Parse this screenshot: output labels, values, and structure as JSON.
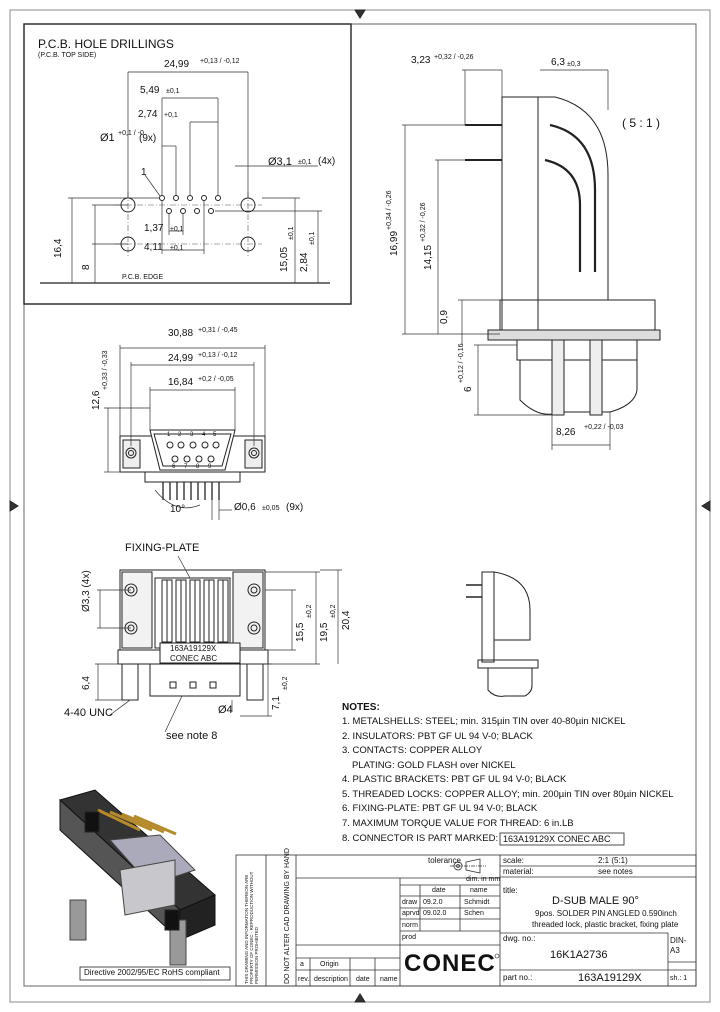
{
  "pcb": {
    "title": "P.C.B. HOLE DRILLINGS",
    "subtitle": "(P.C.B. TOP SIDE)",
    "edge_label": "P.C.B. EDGE",
    "pin_marker": "1",
    "dims": {
      "d1": "24,99",
      "d1_tol": "+0,13 / -0,12",
      "d2": "5,49",
      "d2_tol": "±0,1",
      "d3": "2,74",
      "d3_tol": "+0,1",
      "d4": "Ø1",
      "d4_tol": "+0,1 / -0",
      "d4_count": "(9x)",
      "d5": "Ø3,1",
      "d5_tol": "±0,1",
      "d5_count": "(4x)",
      "d6": "1,37",
      "d6_tol": "±0,1",
      "d7": "4,11",
      "d7_tol": "±0,1",
      "v1": "16,4",
      "v2": "8",
      "v3": "15,05",
      "v3_tol": "±0,1",
      "v4": "2,84",
      "v4_tol": "±0,1"
    }
  },
  "side": {
    "scale": "( 5 : 1 )",
    "h1": "3,23",
    "h1_tol": "+0,32 / -0,26",
    "h2": "6,3",
    "h2_tol": "±0,3",
    "v1": "16,99",
    "v1_tol": "+0,34 / -0,26",
    "v2": "14,15",
    "v2_tol": "+0,32 / -0,26",
    "v3": "0,9",
    "v4": "6",
    "v4_tol": "+0,12 / -0,16",
    "b1": "8,26",
    "b1_tol": "+0,22 / -0,03"
  },
  "front": {
    "w1": "30,88",
    "w1_tol": "+0,31 / -0,45",
    "w2": "24,99",
    "w2_tol": "+0,13 / -0,12",
    "w3": "16,84",
    "w3_tol": "+0,2 / -0,05",
    "v1": "12,6",
    "v1_tol": "+0,33 / -0,33",
    "angle": "10°",
    "pin_d": "Ø0,6",
    "pin_d_tol": "±0,05",
    "pin_count": "(9x)",
    "pin_numbers": [
      "1",
      "2",
      "3",
      "4",
      "5",
      "6",
      "7",
      "8",
      "9"
    ]
  },
  "bottom": {
    "fixing_plate": "FIXING-PLATE",
    "hole": "Ø3,3 (4x)",
    "v1": "15,5",
    "v1_tol": "±0,2",
    "v2": "19,5",
    "v2_tol": "±0,2",
    "v3": "20,4",
    "v4": "6,4",
    "v5": "7,1",
    "v5_tol": "±0,2",
    "unc": "4-40 UNC",
    "d4": "Ø4",
    "see_note": "see note 8",
    "marking_line1": "163A19129X",
    "marking_line2": "CONEC  ABC"
  },
  "notes": {
    "heading": "NOTES:",
    "items": [
      "1. METALSHELLS: STEEL; min. 315µin TIN over 40-80µin NICKEL",
      "2. INSULATORS: PBT GF UL 94 V-0; BLACK",
      "3. CONTACTS: COPPER ALLOY",
      "PLATING: GOLD FLASH over NICKEL",
      "4. PLASTIC BRACKETS: PBT GF UL 94 V-0; BLACK",
      "5. THREADED LOCKS: COPPER ALLOY; min. 200µin TIN over 80µin NICKEL",
      "6. FIXING-PLATE: PBT GF UL 94 V-0; BLACK",
      "7. MAXIMUM TORQUE VALUE FOR THREAD: 6 in.LB",
      "8. CONNECTOR IS PART MARKED:"
    ],
    "marking": "163A19129X  CONEC  ABC"
  },
  "title_block": {
    "tolerance": "tolerance",
    "units": "dim. in mm",
    "scale_label": "scale:",
    "scale_value": "2:1 (5:1)",
    "material_label": "material:",
    "material_value": "see notes",
    "title_label": "title:",
    "title_line1": "D-SUB MALE 90°",
    "title_line2": "9pos. SOLDER PIN ANGLED 0.590inch",
    "title_line3": "threaded lock, plastic bracket, fixing plate",
    "dwg_label": "dwg. no.:",
    "dwg_value": "16K1A2736",
    "part_label": "part no.:",
    "part_value": "163A19129X",
    "din_label": "DIN-A3",
    "sheet_label": "sh.: 1",
    "date_header": "date",
    "name_header": "name",
    "rows": [
      {
        "label": "draw",
        "date": "09.2.0",
        "name": "Schmidt"
      },
      {
        "label": "aprvd",
        "date": "09.02.0",
        "name": "Schen"
      },
      {
        "label": "norm",
        "date": "",
        "name": ""
      },
      {
        "label": "prod",
        "date": "",
        "name": ""
      }
    ],
    "revision_row": {
      "rev": "a",
      "desc": "Origin"
    },
    "rev_header": "rev.",
    "desc_header": "description",
    "date_col": "date",
    "name_col": "name",
    "copyright": "THIS DRAWING AND INFORMATION THEREON ARE PROPERTY OF CONEC · REPRODUCTION WITHOUT PERMISSION PROHIBITED",
    "vertical_note": "DO NOT ALTER CAD DRAWING BY HAND",
    "logo": "CONEC",
    "rohs": "Directive 2002/95/EC RoHS compliant"
  }
}
